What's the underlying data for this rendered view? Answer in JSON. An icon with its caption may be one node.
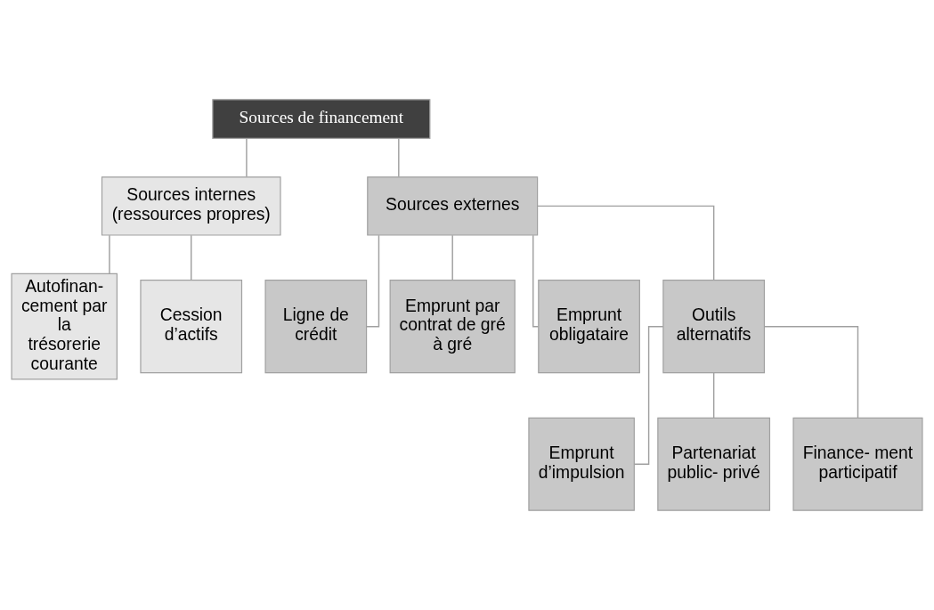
{
  "diagram": {
    "nodes": [
      {
        "text": [
          "Sources de financement"
        ]
      },
      {
        "text": [
          "Sources internes (ressources propres)"
        ]
      },
      {
        "text": [
          "Sources externes"
        ]
      },
      {
        "text": [
          "Autofinan- cement par la trésorerie courante"
        ]
      },
      {
        "text": [
          "Cession d’actifs"
        ]
      },
      {
        "text": [
          "Ligne de crédit"
        ]
      },
      {
        "text": [
          "Emprunt par contrat de gré à gré"
        ]
      },
      {
        "text": [
          "Emprunt obligataire"
        ]
      },
      {
        "text": [
          "Outils alternatifs"
        ]
      },
      {
        "text": [
          "Emprunt d’impulsion"
        ]
      },
      {
        "text": [
          "Partenariat public- privé"
        ]
      },
      {
        "text": [
          "Finance- ment participatif"
        ]
      }
    ],
    "edges": [
      {
        "from": 0,
        "to": 1,
        "arrow": "none"
      },
      {
        "from": 0,
        "to": 2,
        "arrow": "none"
      },
      {
        "from": 1,
        "to": 3,
        "arrow": "none"
      },
      {
        "from": 1,
        "to": 4,
        "arrow": "none"
      },
      {
        "from": 2,
        "to": 5,
        "arrow": "none"
      },
      {
        "from": 2,
        "to": 6,
        "arrow": "none"
      },
      {
        "from": 2,
        "to": 7,
        "arrow": "none"
      },
      {
        "from": 2,
        "to": 8,
        "arrow": "none"
      },
      {
        "from": 8,
        "to": 9,
        "arrow": "none"
      },
      {
        "from": 8,
        "to": 10,
        "arrow": "none"
      },
      {
        "from": 8,
        "to": 11,
        "arrow": "none"
      }
    ]
  }
}
